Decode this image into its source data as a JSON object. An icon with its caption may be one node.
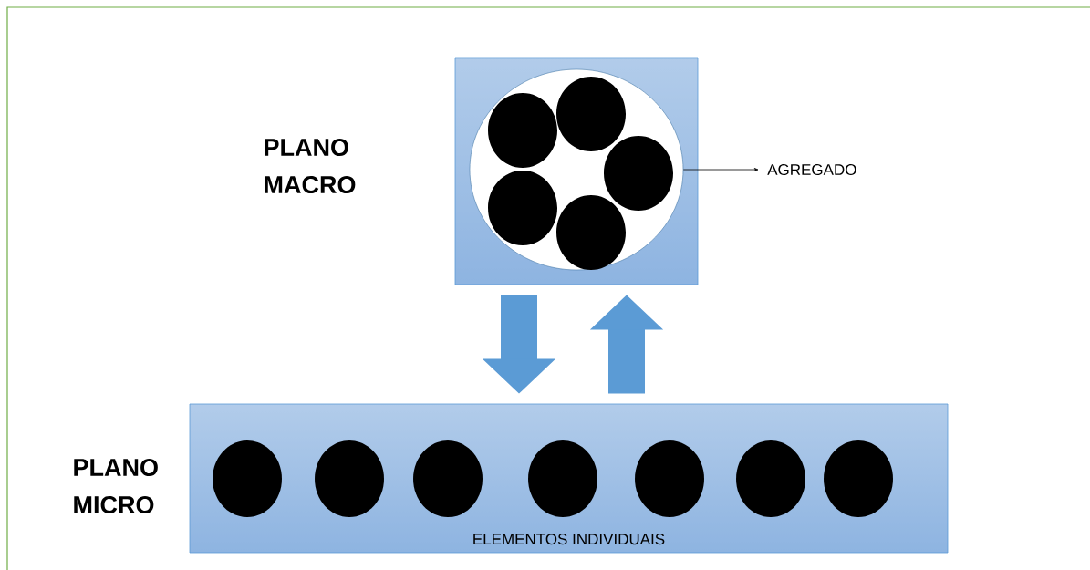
{
  "diagram": {
    "nodes": [
      {
        "text": [],
        "shape": "box"
      },
      {
        "text": [],
        "shape": "circle",
        "in": 0
      },
      {
        "text": [
          "AGREGADO"
        ]
      },
      {
        "text": [
          "ELEMENTOS INDIVIDUAIS"
        ]
      }
    ],
    "edges": [
      {
        "from": 1,
        "to": 2,
        "arrow": "to",
        "color": "#000000"
      },
      {
        "from": 0,
        "to": 3,
        "arrow": "to"
      },
      {
        "from": 3,
        "to": 0,
        "arrow": "to"
      }
    ],
    "labels": [
      "PLANO MACRO",
      "PLANO MICRO"
    ]
  }
}
